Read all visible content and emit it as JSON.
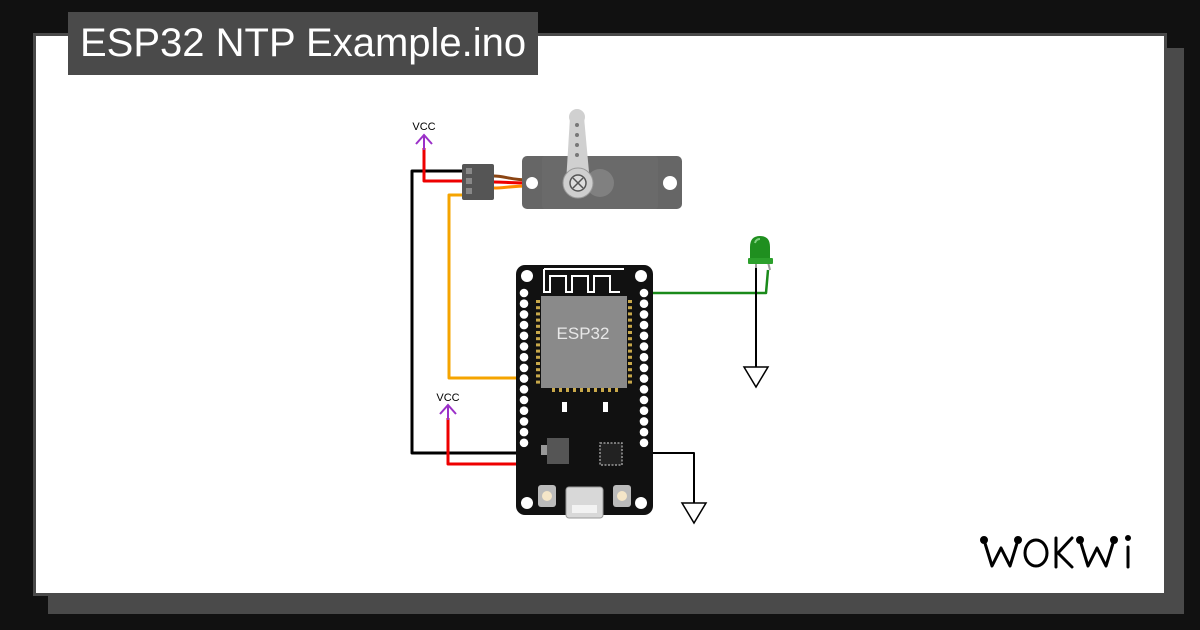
{
  "project": {
    "title": "ESP32 NTP Example.ino"
  },
  "components": {
    "mcu": {
      "chip_label": "ESP32"
    },
    "power_top": {
      "label": "VCC"
    },
    "power_bottom": {
      "label": "VCC"
    },
    "led": {
      "color": "#1f8f1f"
    },
    "servo": {
      "color": "#666666"
    }
  },
  "wire_colors": {
    "power": "#ee0000",
    "ground": "#000000",
    "signal": "#f5a400",
    "led": "#1a8a1a",
    "vcc_symbol": "#9b30c8"
  },
  "brand": {
    "logo": "WOKWI"
  }
}
